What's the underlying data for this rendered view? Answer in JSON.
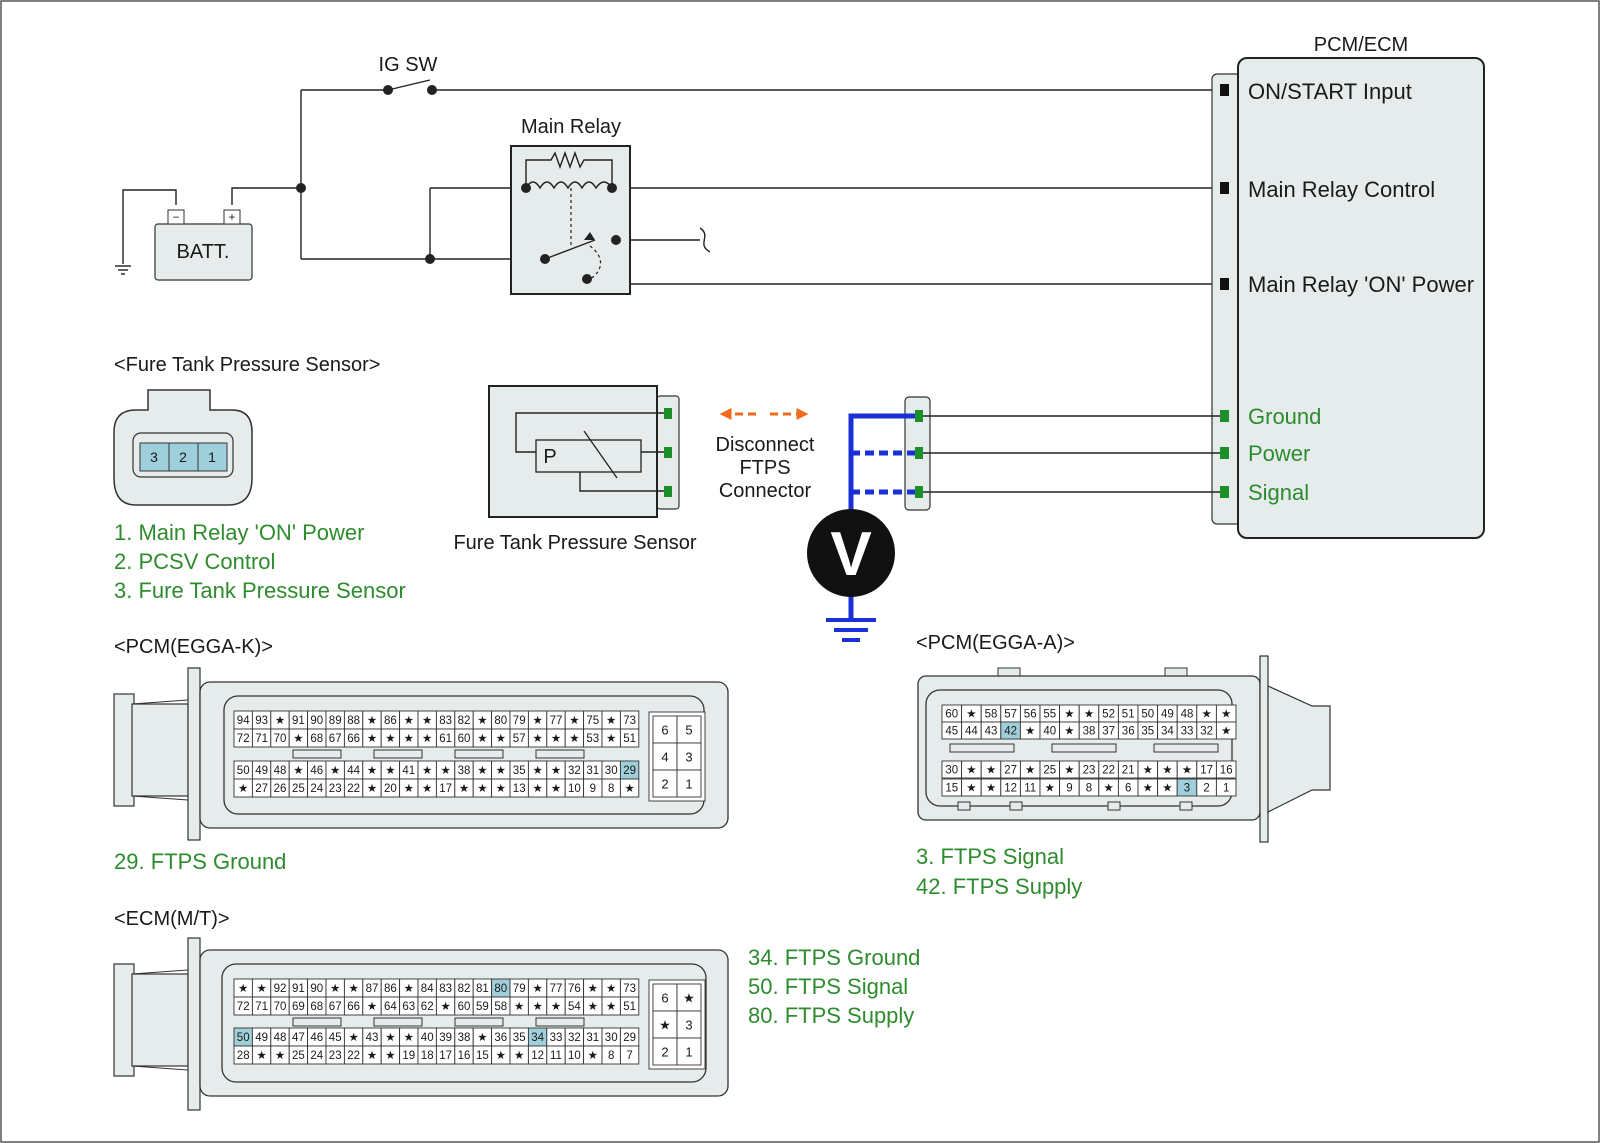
{
  "labels": {
    "ig_sw": "IG SW",
    "main_relay": "Main Relay",
    "batt": "BATT.",
    "batt_minus": "−",
    "batt_plus": "+",
    "pcm_ecm": "PCM/ECM",
    "on_start": "ON/START Input",
    "main_relay_control": "Main Relay Control",
    "main_relay_on_power": "Main Relay 'ON' Power",
    "ground": "Ground",
    "power": "Power",
    "signal": "Signal",
    "sensor_header": "<Fure Tank Pressure Sensor>",
    "sensor_name": "Fure Tank Pressure Sensor",
    "sensor_p": "P",
    "disconnect_1": "Disconnect",
    "disconnect_2": "FTPS",
    "disconnect_3": "Connector",
    "voltmeter": "V",
    "pcm_k_header": "<PCM(EGGA-K)>",
    "pcm_a_header": "<PCM(EGGA-A)>",
    "ecm_mt_header": "<ECM(M/T)>"
  },
  "sensor_pins": [
    "3",
    "2",
    "1"
  ],
  "sensor_legend": [
    "1. Main Relay 'ON' Power",
    "2. PCSV Control",
    "3. Fure Tank Pressure Sensor"
  ],
  "pcm_k_legend": [
    "29. FTPS Ground"
  ],
  "pcm_a_legend": [
    "3. FTPS Signal",
    "42. FTPS Supply"
  ],
  "ecm_mt_legend": [
    "34. FTPS Ground",
    "50. FTPS Signal",
    "80. FTPS Supply"
  ],
  "connectors": {
    "pcm_k": {
      "rows": [
        [
          "94",
          "93",
          "★",
          "91",
          "90",
          "89",
          "88",
          "★",
          "86",
          "★",
          "★",
          "83",
          "82",
          "★",
          "80",
          "79",
          "★",
          "77",
          "★",
          "75",
          "★",
          "73"
        ],
        [
          "72",
          "71",
          "70",
          "★",
          "68",
          "67",
          "66",
          "★",
          "★",
          "★",
          "★",
          "61",
          "60",
          "★",
          "★",
          "57",
          "★",
          "★",
          "★",
          "53",
          "★",
          "51"
        ],
        [
          "50",
          "49",
          "48",
          "★",
          "46",
          "★",
          "44",
          "★",
          "★",
          "41",
          "★",
          "★",
          "38",
          "★",
          "★",
          "35",
          "★",
          "★",
          "32",
          "31",
          "30",
          "29"
        ],
        [
          "★",
          "27",
          "26",
          "25",
          "24",
          "23",
          "22",
          "★",
          "20",
          "★",
          "★",
          "17",
          "★",
          "★",
          "★",
          "13",
          "★",
          "★",
          "10",
          "9",
          "8",
          "★"
        ]
      ],
      "side": [
        [
          "6",
          "5"
        ],
        [
          "4",
          "3"
        ],
        [
          "2",
          "1"
        ]
      ],
      "highlight": [
        "29"
      ]
    },
    "pcm_a": {
      "rows": [
        [
          "60",
          "★",
          "58",
          "57",
          "56",
          "55",
          "★",
          "★",
          "52",
          "51",
          "50",
          "49",
          "48",
          "★",
          "★"
        ],
        [
          "45",
          "44",
          "43",
          "42",
          "★",
          "40",
          "★",
          "38",
          "37",
          "36",
          "35",
          "34",
          "33",
          "32",
          "★"
        ],
        [
          "30",
          "★",
          "★",
          "27",
          "★",
          "25",
          "★",
          "23",
          "22",
          "21",
          "★",
          "★",
          "★",
          "17",
          "16"
        ],
        [
          "15",
          "★",
          "★",
          "12",
          "11",
          "★",
          "9",
          "8",
          "★",
          "6",
          "★",
          "★",
          "3",
          "2",
          "1"
        ]
      ],
      "highlight": [
        "42",
        "3"
      ]
    },
    "ecm_mt": {
      "rows": [
        [
          "★",
          "★",
          "92",
          "91",
          "90",
          "★",
          "★",
          "87",
          "86",
          "★",
          "84",
          "83",
          "82",
          "81",
          "80",
          "79",
          "★",
          "77",
          "76",
          "★",
          "★",
          "73"
        ],
        [
          "72",
          "71",
          "70",
          "69",
          "68",
          "67",
          "66",
          "★",
          "64",
          "63",
          "62",
          "★",
          "60",
          "59",
          "58",
          "★",
          "★",
          "★",
          "54",
          "★",
          "★",
          "51"
        ],
        [
          "50",
          "49",
          "48",
          "47",
          "46",
          "45",
          "★",
          "43",
          "★",
          "★",
          "40",
          "39",
          "38",
          "★",
          "36",
          "35",
          "34",
          "33",
          "32",
          "31",
          "30",
          "29"
        ],
        [
          "28",
          "★",
          "★",
          "25",
          "24",
          "23",
          "22",
          "★",
          "★",
          "19",
          "18",
          "17",
          "16",
          "15",
          "★",
          "★",
          "12",
          "11",
          "10",
          "★",
          "8",
          "7"
        ]
      ],
      "side": [
        [
          "6",
          "★"
        ],
        [
          "★",
          "3"
        ],
        [
          "2",
          "1"
        ]
      ],
      "highlight": [
        "80",
        "50",
        "34"
      ]
    }
  },
  "colors": {
    "wire": "#222222",
    "panel_fill": "#e6ecec",
    "pin_highlight": "#9fcfdb",
    "terminal_green": "#1a8f2a",
    "probe_blue": "#1a2fd6",
    "arrow_orange": "#f06a1a",
    "legend_green": "#2e8b2e"
  }
}
